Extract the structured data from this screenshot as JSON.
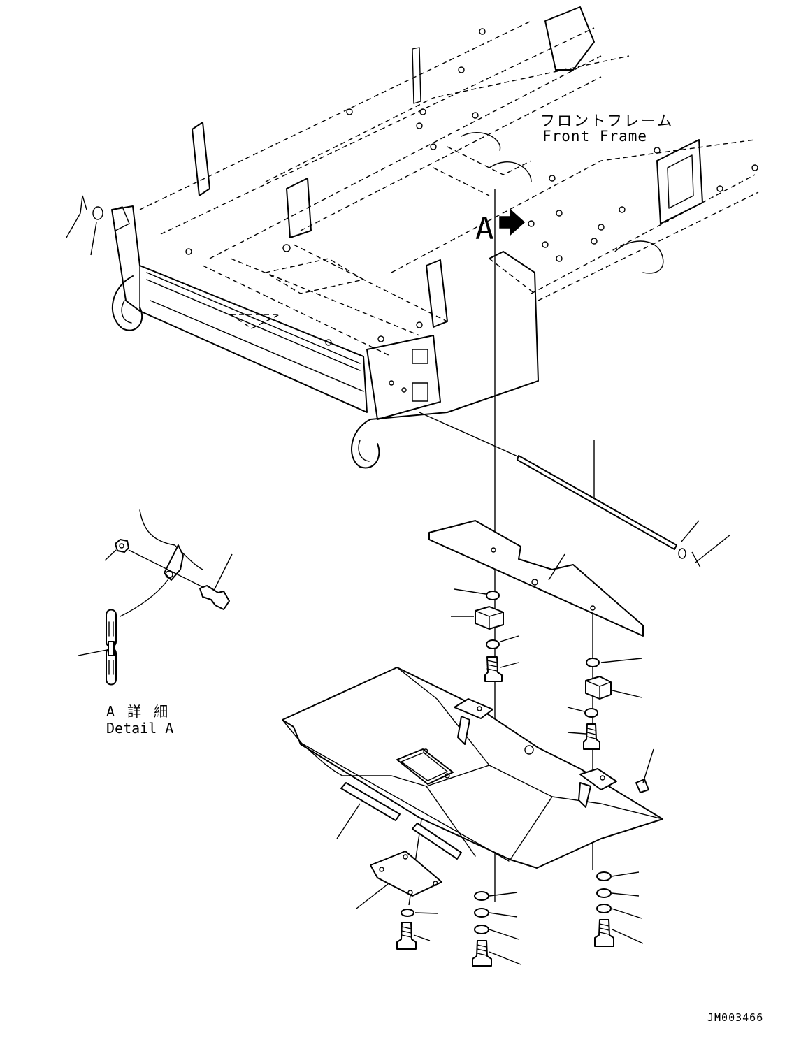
{
  "labels": {
    "front_frame_jp": "フロントフレーム",
    "front_frame_en": "Front Frame",
    "view_arrow_letter": "A",
    "detail_title_jp": "A 詳 細",
    "detail_title_en": "Detail A",
    "drawing_number": "JM003466"
  }
}
